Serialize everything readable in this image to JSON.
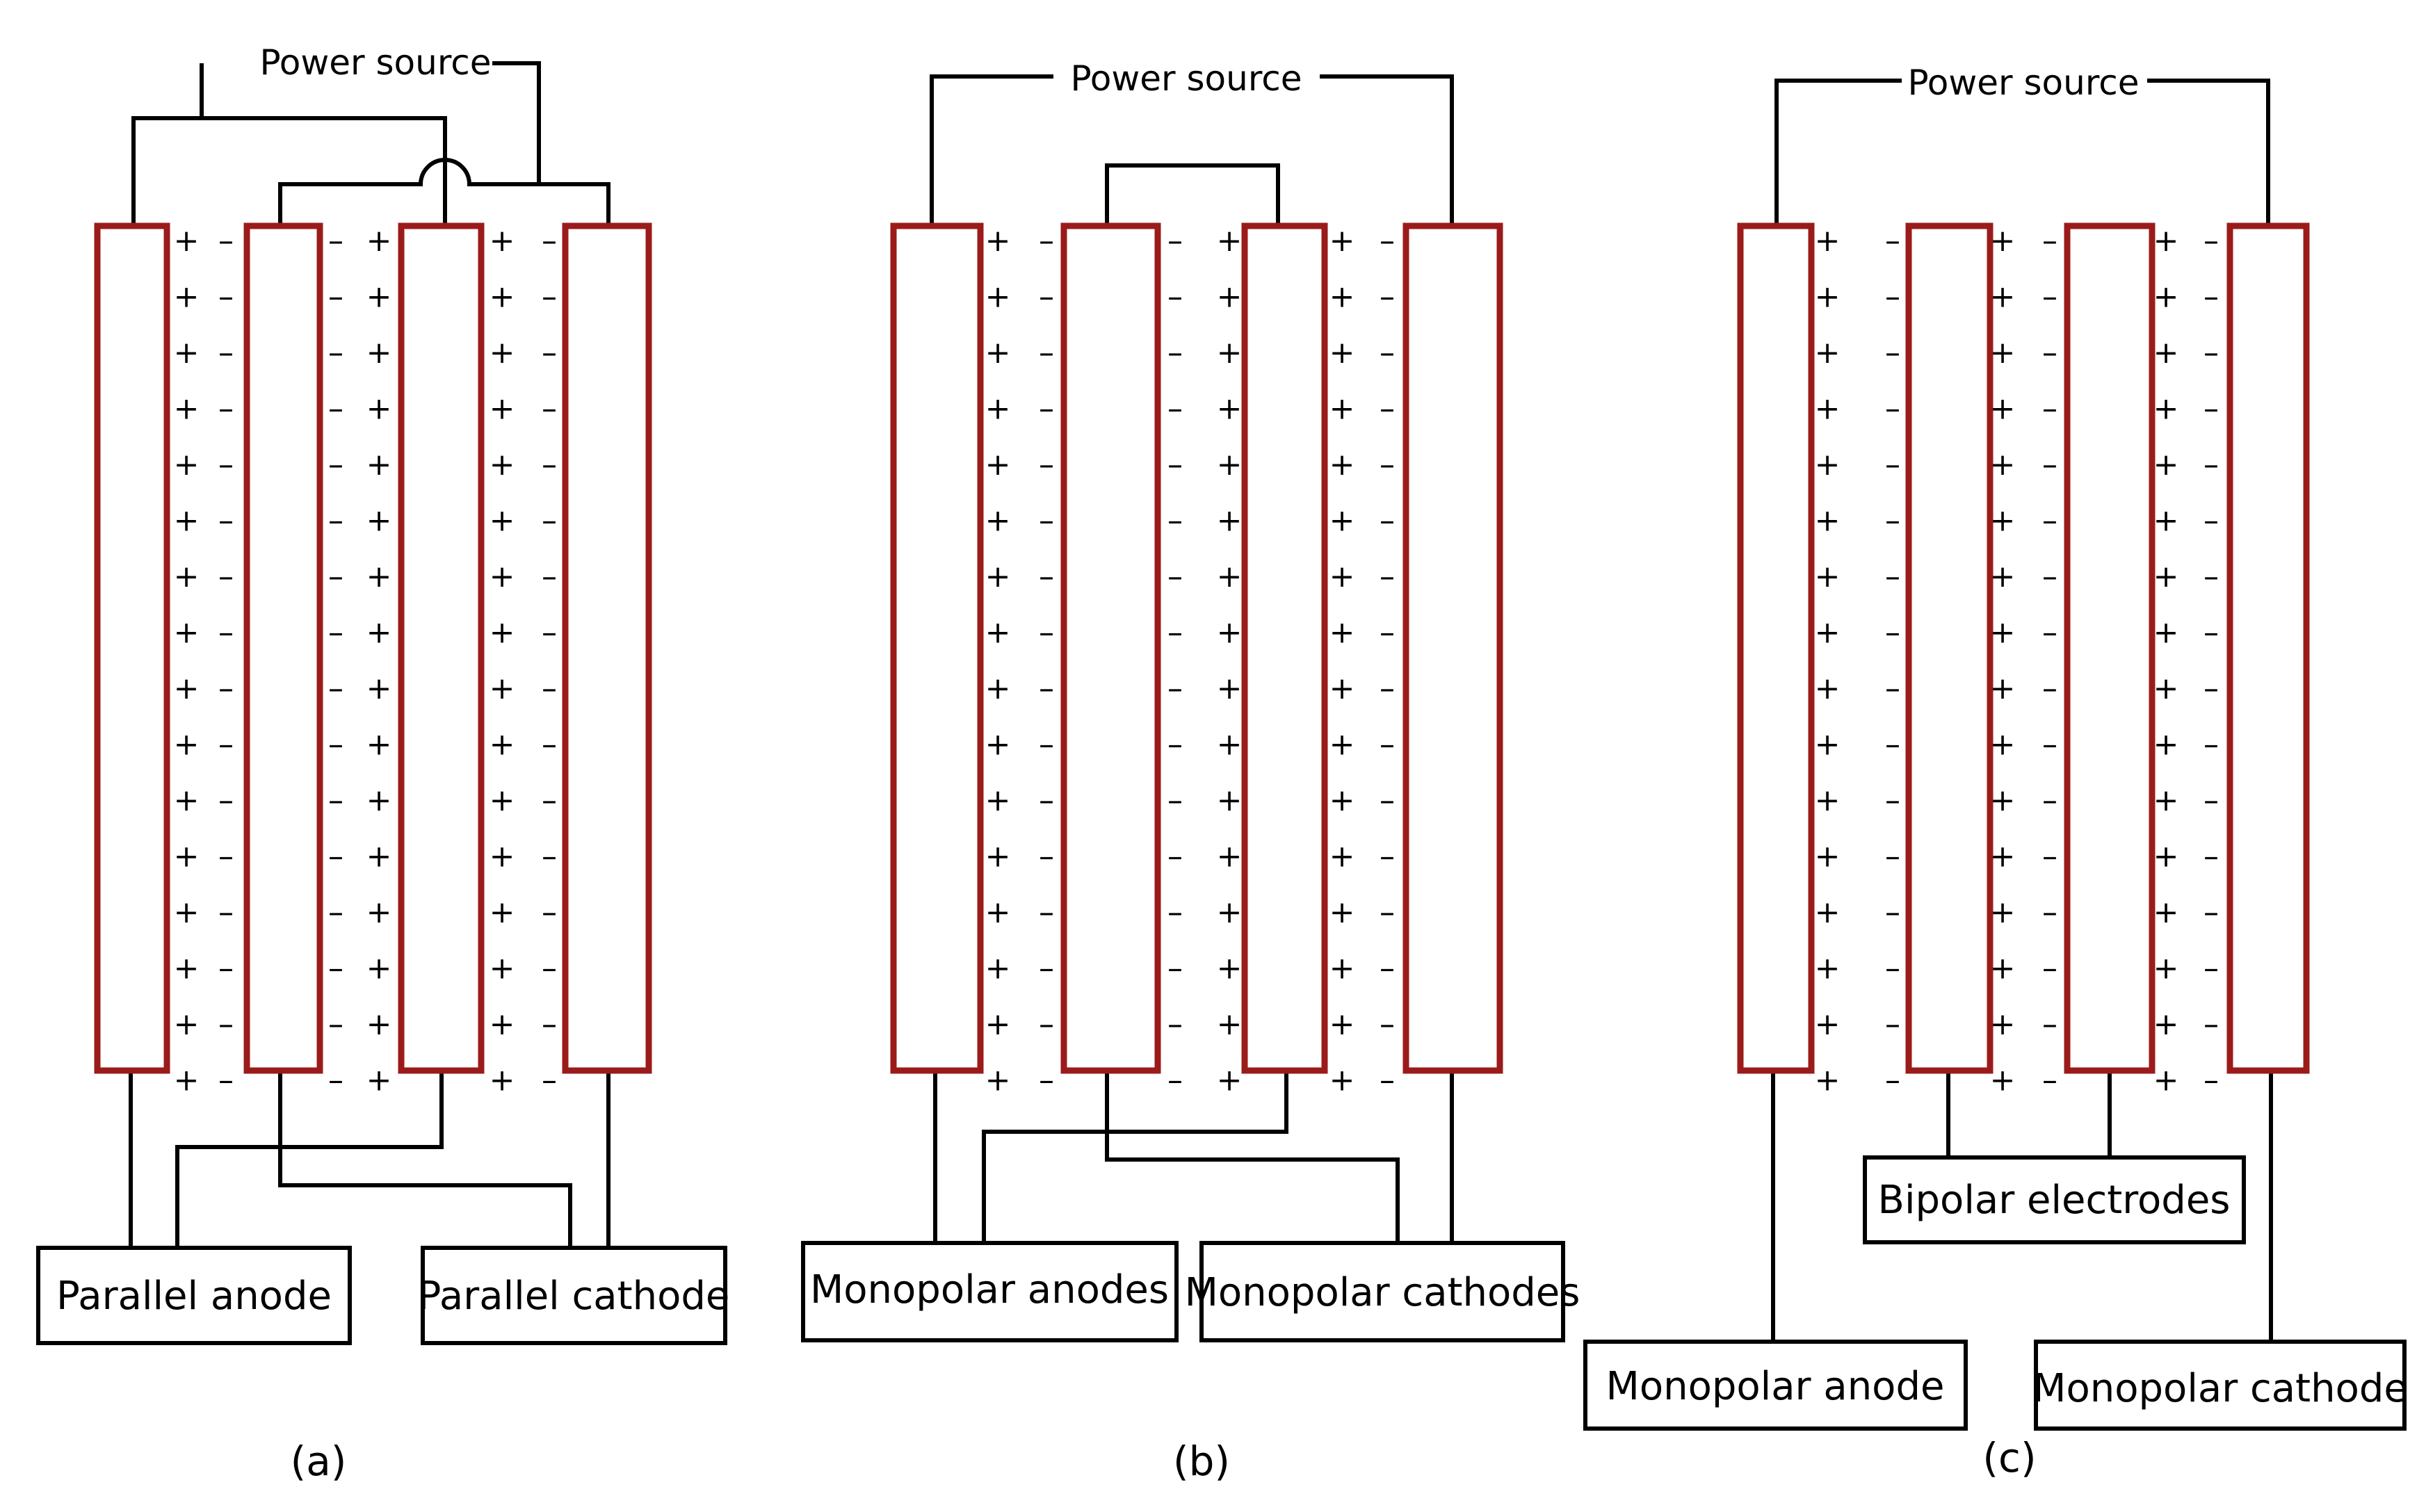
{
  "colors": {
    "electrode": "#9b1b1b",
    "wire": "#000000",
    "background": "#ffffff"
  },
  "signs": {
    "plus": "+",
    "minus": "–"
  },
  "panels": {
    "a": {
      "power_source": "Power source",
      "left_box": "Parallel anode",
      "right_box": "Parallel cathode",
      "caption": "(a)"
    },
    "b": {
      "power_source": "Power source",
      "left_box": "Monopolar anodes",
      "right_box": "Monopolar cathodes",
      "caption": "(b)"
    },
    "c": {
      "power_source": "Power source",
      "middle_box": "Bipolar electrodes",
      "left_box": "Monopolar anode",
      "right_box": "Monopolar cathode",
      "caption": "(c)"
    }
  }
}
